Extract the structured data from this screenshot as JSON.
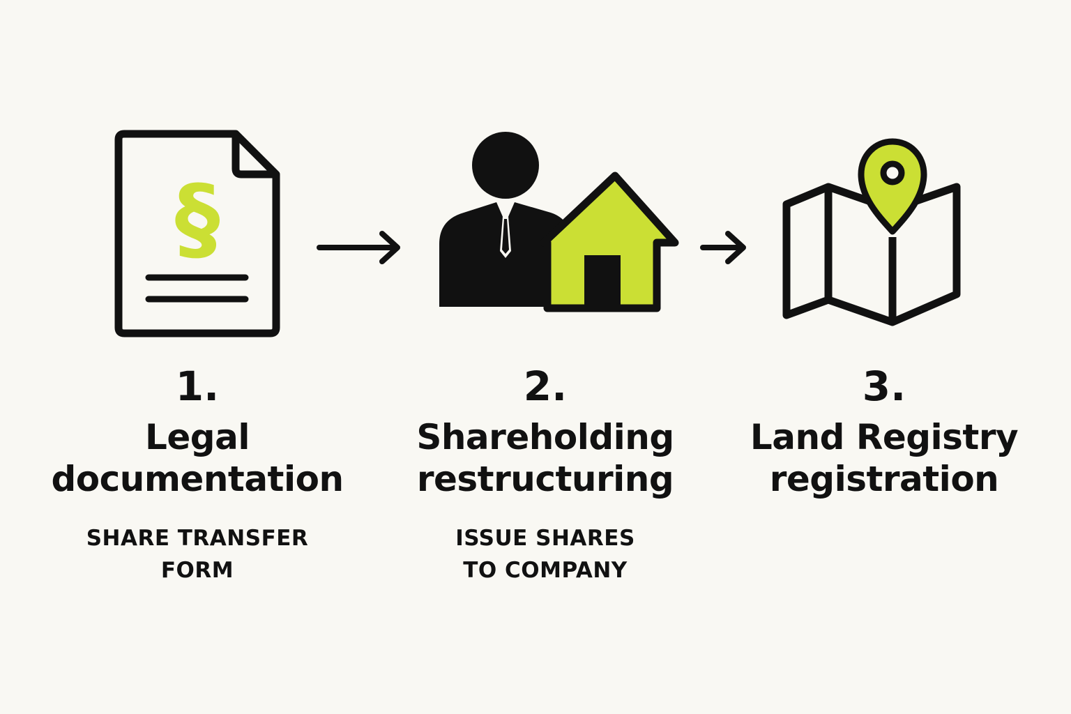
{
  "colors": {
    "background": "#f9f8f3",
    "ink": "#111111",
    "accent": "#cbdf34"
  },
  "steps": [
    {
      "number": "1.",
      "title_lines": [
        "Legal",
        "documentation"
      ],
      "sub_lines": [
        "SHARE TRANSFER",
        "FORM"
      ],
      "icon": "legal-document-icon",
      "icon_symbol": "§"
    },
    {
      "number": "2.",
      "title_lines": [
        "Shareholding",
        "restructuring"
      ],
      "sub_lines": [
        "ISSUE SHARES",
        "TO COMPANY"
      ],
      "icon": "businessman-house-icon"
    },
    {
      "number": "3.",
      "title_lines": [
        "Land Registry",
        "registration"
      ],
      "sub_lines": [],
      "icon": "map-pin-icon"
    }
  ],
  "connectors": [
    "arrow-right-icon",
    "arrow-right-icon"
  ]
}
